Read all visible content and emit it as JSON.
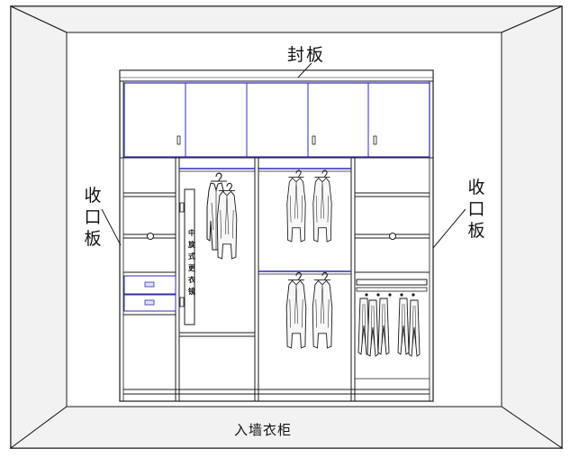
{
  "labels": {
    "top_panel": "封板",
    "left_trim": "收口板",
    "right_trim": "收口板",
    "mirror": "中旋式更衣镜",
    "caption": "入墙衣柜"
  },
  "colors": {
    "line": "#1a1a1a",
    "accent": "#2b2bb8",
    "wall": "#f2f2f2",
    "background": "#ffffff"
  }
}
